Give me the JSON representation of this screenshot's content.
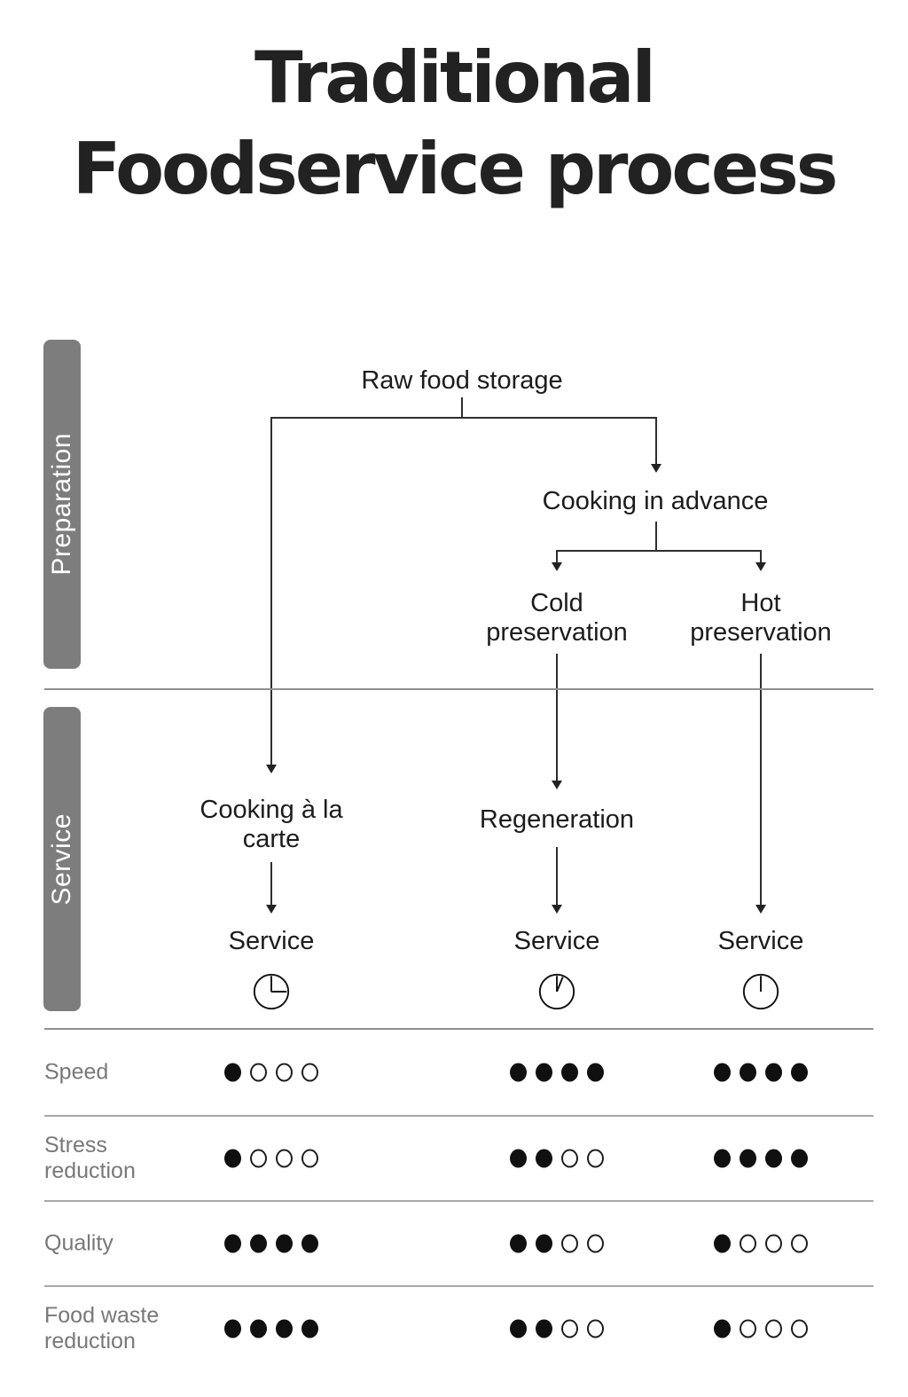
{
  "title": {
    "line1": "Traditional",
    "line2": "Foodservice process"
  },
  "sections": {
    "preparation_label": "Preparation",
    "service_label": "Service"
  },
  "flowchart": {
    "raw_food_storage": "Raw food storage",
    "cooking_in_advance": "Cooking in advance",
    "cold_preservation": "Cold preservation",
    "hot_preservation": "Hot preservation",
    "cooking_a_la_carte": "Cooking à la carte",
    "regeneration": "Regeneration",
    "service_col1": "Service",
    "service_col2": "Service",
    "service_col3": "Service",
    "clock_icons": [
      {
        "name": "clock-quarter-icon",
        "column": "cooking-a-la-carte"
      },
      {
        "name": "clock-small-slice-icon",
        "column": "regeneration"
      },
      {
        "name": "clock-zero-icon",
        "column": "hot-preservation"
      }
    ]
  },
  "table": {
    "max_dots": 4,
    "columns": [
      "cooking-a-la-carte",
      "regeneration",
      "hot-preservation"
    ],
    "rows": [
      {
        "label": "Speed",
        "ratings": [
          1,
          4,
          4
        ]
      },
      {
        "label": "Stress reduction",
        "ratings": [
          1,
          2,
          4
        ]
      },
      {
        "label": "Quality",
        "ratings": [
          4,
          2,
          1
        ]
      },
      {
        "label": "Food waste reduction",
        "ratings": [
          4,
          2,
          1
        ]
      }
    ]
  },
  "colors": {
    "bar_gray": "#7d7d7d",
    "text_dark": "#1c1c1c",
    "label_gray": "#787878",
    "line_dark": "#2e2e2e",
    "divider_gray": "#8e8e8e",
    "dot_fill": "#101010"
  }
}
